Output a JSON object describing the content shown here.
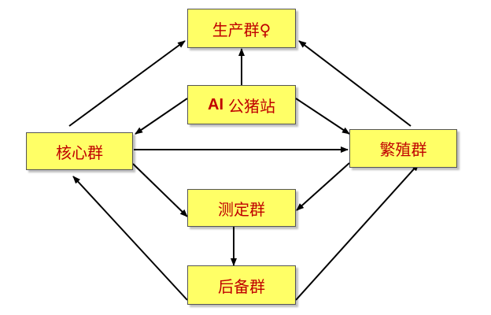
{
  "nodes": {
    "production": {
      "label": "生产群♀"
    },
    "ai_boar": {
      "prefix": "AI",
      "label": "公猪站"
    },
    "core": {
      "label": "核心群"
    },
    "breeding": {
      "label": "繁殖群"
    },
    "testing": {
      "label": "测定群"
    },
    "reserve": {
      "label": "后备群"
    }
  },
  "edges": [
    {
      "from": "ai_boar",
      "to": "production"
    },
    {
      "from": "ai_boar",
      "to": "core"
    },
    {
      "from": "ai_boar",
      "to": "breeding"
    },
    {
      "from": "core",
      "to": "production"
    },
    {
      "from": "core",
      "to": "breeding"
    },
    {
      "from": "core",
      "to": "testing"
    },
    {
      "from": "breeding",
      "to": "production"
    },
    {
      "from": "breeding",
      "to": "testing"
    },
    {
      "from": "testing",
      "to": "reserve"
    },
    {
      "from": "reserve",
      "to": "core"
    },
    {
      "from": "reserve",
      "to": "breeding"
    }
  ],
  "colors": {
    "node_fill": "#ffff66",
    "node_border": "#555555",
    "node_text": "#c00000",
    "arrow": "#000000"
  }
}
